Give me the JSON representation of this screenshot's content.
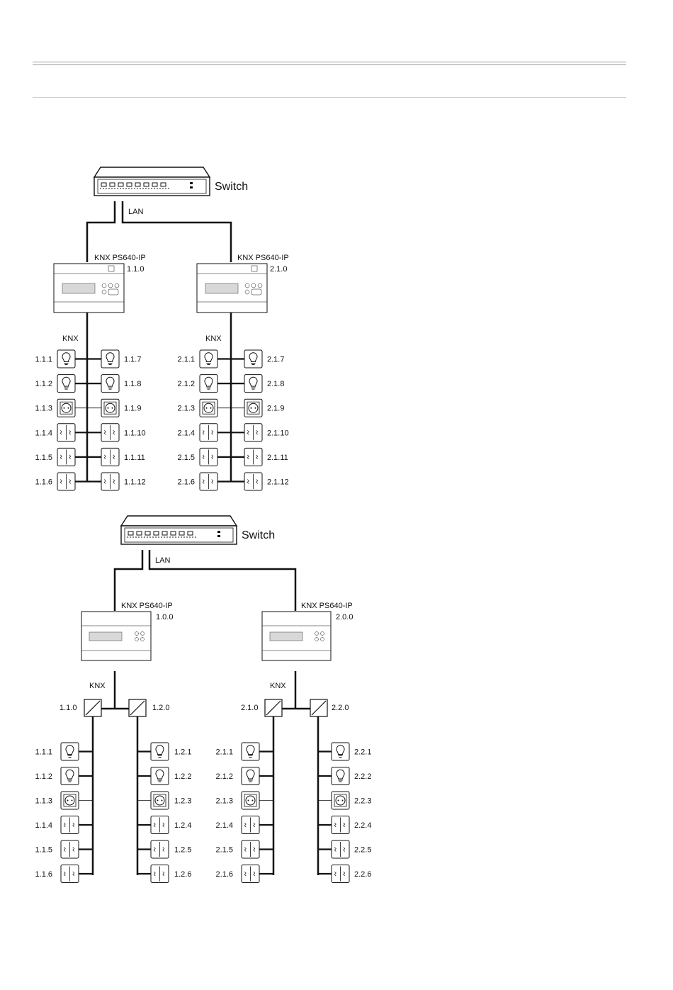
{
  "diagram1": {
    "switch_label": "Switch",
    "lan_label": "LAN",
    "left_device": {
      "model": "KNX PS640-IP",
      "address": "1.1.0",
      "bus_label": "KNX",
      "left_devices": [
        {
          "addr": "1.1.1",
          "kind": "lamp"
        },
        {
          "addr": "1.1.2",
          "kind": "lamp"
        },
        {
          "addr": "1.1.3",
          "kind": "socket"
        },
        {
          "addr": "1.1.4",
          "kind": "switch"
        },
        {
          "addr": "1.1.5",
          "kind": "switch"
        },
        {
          "addr": "1.1.6",
          "kind": "switch"
        }
      ],
      "right_devices": [
        {
          "addr": "1.1.7",
          "kind": "lamp"
        },
        {
          "addr": "1.1.8",
          "kind": "lamp"
        },
        {
          "addr": "1.1.9",
          "kind": "socket"
        },
        {
          "addr": "1.1.10",
          "kind": "switch"
        },
        {
          "addr": "1.1.11",
          "kind": "switch"
        },
        {
          "addr": "1.1.12",
          "kind": "switch"
        }
      ]
    },
    "right_device": {
      "model": "KNX PS640-IP",
      "address": "2.1.0",
      "bus_label": "KNX",
      "left_devices": [
        {
          "addr": "2.1.1",
          "kind": "lamp"
        },
        {
          "addr": "2.1.2",
          "kind": "lamp"
        },
        {
          "addr": "2.1.3",
          "kind": "socket"
        },
        {
          "addr": "2.1.4",
          "kind": "switch"
        },
        {
          "addr": "2.1.5",
          "kind": "switch"
        },
        {
          "addr": "2.1.6",
          "kind": "switch"
        }
      ],
      "right_devices": [
        {
          "addr": "2.1.7",
          "kind": "lamp"
        },
        {
          "addr": "2.1.8",
          "kind": "lamp"
        },
        {
          "addr": "2.1.9",
          "kind": "socket"
        },
        {
          "addr": "2.1.10",
          "kind": "switch"
        },
        {
          "addr": "2.1.11",
          "kind": "switch"
        },
        {
          "addr": "2.1.12",
          "kind": "switch"
        }
      ]
    }
  },
  "diagram2": {
    "switch_label": "Switch",
    "lan_label": "LAN",
    "left_device": {
      "model": "KNX PS640-IP",
      "address": "1.0.0",
      "bus_label": "KNX",
      "coupler_a": "1.1.0",
      "coupler_b": "1.2.0",
      "left_devices": [
        {
          "addr": "1.1.1",
          "kind": "lamp"
        },
        {
          "addr": "1.1.2",
          "kind": "lamp"
        },
        {
          "addr": "1.1.3",
          "kind": "socket"
        },
        {
          "addr": "1.1.4",
          "kind": "switch"
        },
        {
          "addr": "1.1.5",
          "kind": "switch"
        },
        {
          "addr": "1.1.6",
          "kind": "switch"
        }
      ],
      "right_devices": [
        {
          "addr": "1.2.1",
          "kind": "lamp"
        },
        {
          "addr": "1.2.2",
          "kind": "lamp"
        },
        {
          "addr": "1.2.3",
          "kind": "socket"
        },
        {
          "addr": "1.2.4",
          "kind": "switch"
        },
        {
          "addr": "1.2.5",
          "kind": "switch"
        },
        {
          "addr": "1.2.6",
          "kind": "switch"
        }
      ]
    },
    "right_device": {
      "model": "KNX PS640-IP",
      "address": "2.0.0",
      "bus_label": "KNX",
      "coupler_a": "2.1.0",
      "coupler_b": "2.2.0",
      "left_devices": [
        {
          "addr": "2.1.1",
          "kind": "lamp"
        },
        {
          "addr": "2.1.2",
          "kind": "lamp"
        },
        {
          "addr": "2.1.3",
          "kind": "socket"
        },
        {
          "addr": "2.1.4",
          "kind": "switch"
        },
        {
          "addr": "2.1.5",
          "kind": "switch"
        },
        {
          "addr": "2.1.6",
          "kind": "switch"
        }
      ],
      "right_devices": [
        {
          "addr": "2.2.1",
          "kind": "lamp"
        },
        {
          "addr": "2.2.2",
          "kind": "lamp"
        },
        {
          "addr": "2.2.3",
          "kind": "socket"
        },
        {
          "addr": "2.2.4",
          "kind": "switch"
        },
        {
          "addr": "2.2.5",
          "kind": "switch"
        },
        {
          "addr": "2.2.6",
          "kind": "switch"
        }
      ]
    }
  }
}
